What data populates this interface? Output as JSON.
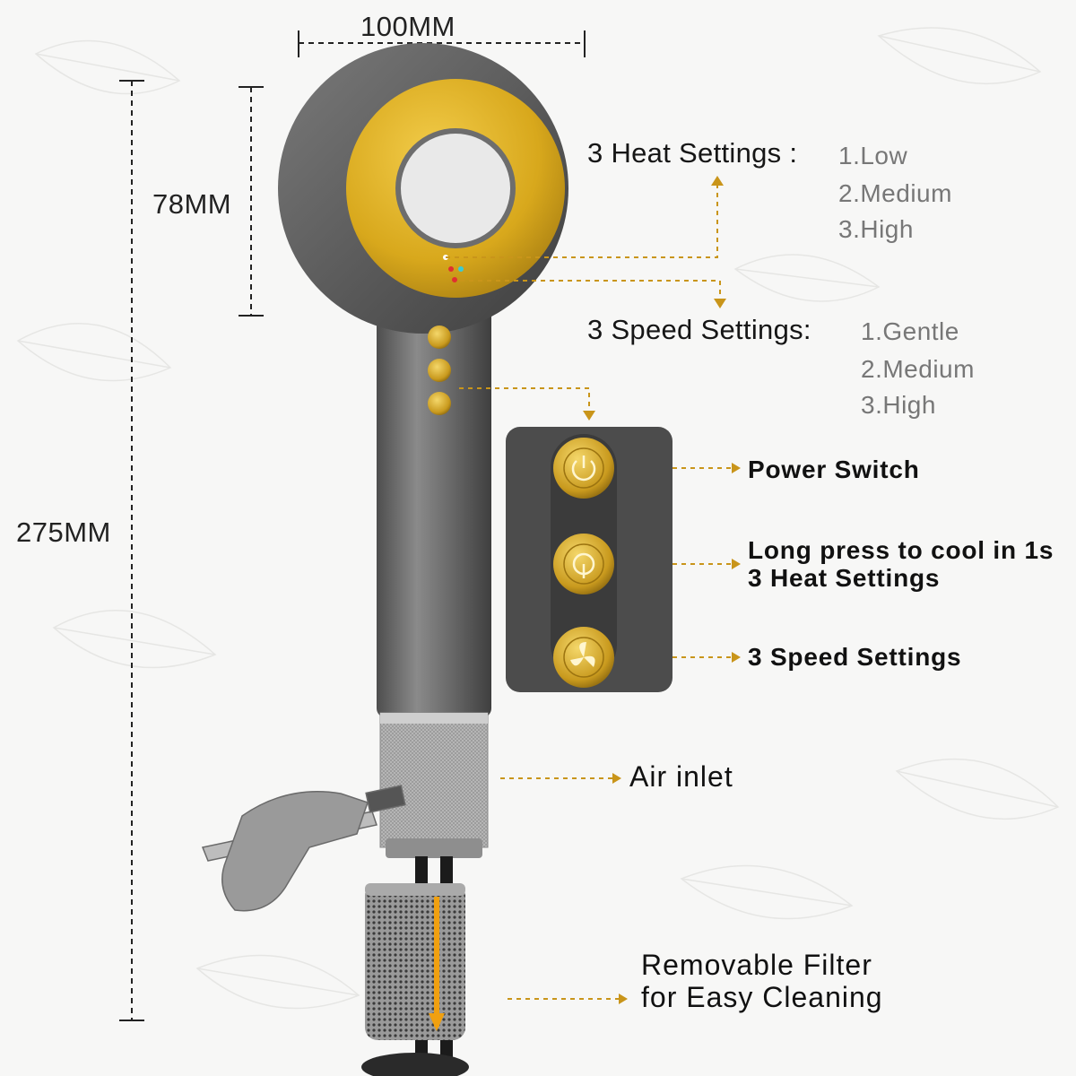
{
  "dimensions": {
    "width_label": "100MM",
    "head_label": "78MM",
    "total_label": "275MM"
  },
  "heat_settings": {
    "title": "3 Heat Settings :",
    "options": [
      "1.Low",
      "2.Medium",
      "3.High"
    ]
  },
  "speed_settings": {
    "title": "3 Speed Settings:",
    "options": [
      "1.Gentle",
      "2.Medium",
      "3.High"
    ]
  },
  "buttons_panel": {
    "power": "Power Switch",
    "cool_line1": "Long press to cool in 1s",
    "cool_line2": "3 Heat Settings",
    "speed": "3 Speed Settings"
  },
  "parts": {
    "air_inlet": "Air inlet",
    "filter_line1": "Removable Filter",
    "filter_line2": "for Easy Cleaning"
  },
  "colors": {
    "gold": "#d4a017",
    "body_gray": "#6b6b6b",
    "leader_line": "#c9951a"
  },
  "icons": [
    "power-icon",
    "cool-icon",
    "fan-icon"
  ]
}
